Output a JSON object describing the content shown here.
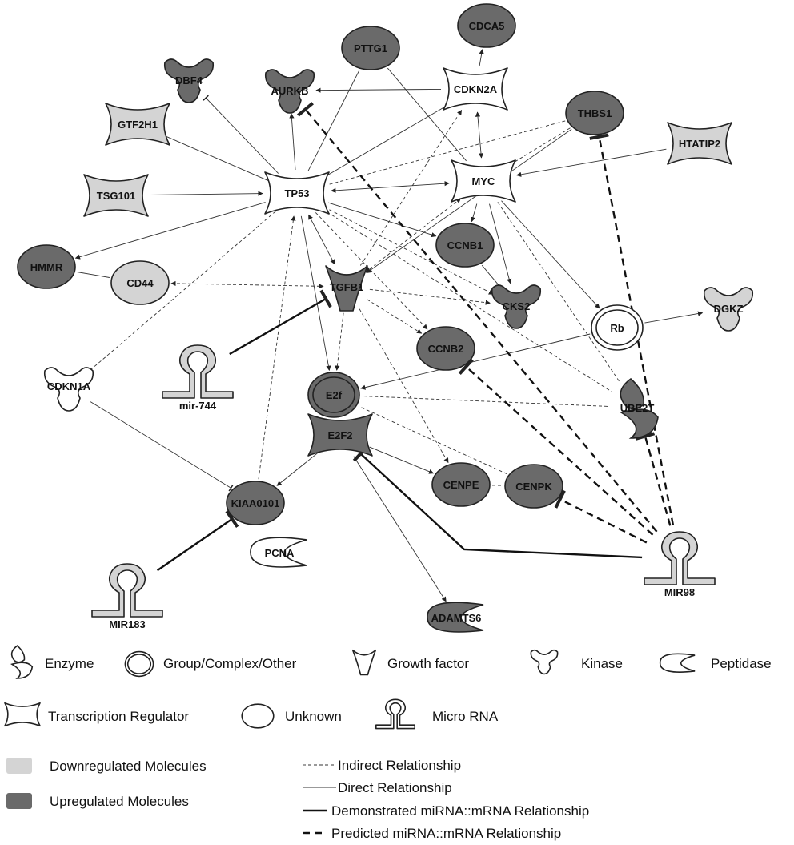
{
  "nodes": {
    "CDCA5": {
      "label": "CDCA5",
      "shape": "unknown",
      "reg": "up"
    },
    "PTTG1": {
      "label": "PTTG1",
      "shape": "unknown",
      "reg": "up"
    },
    "CDKN2A": {
      "label": "CDKN2A",
      "shape": "transcription",
      "reg": "none"
    },
    "DBF4": {
      "label": "DBF4",
      "shape": "kinase",
      "reg": "up"
    },
    "AURKB": {
      "label": "AURKB",
      "shape": "kinase",
      "reg": "up"
    },
    "THBS1": {
      "label": "THBS1",
      "shape": "unknown",
      "reg": "up"
    },
    "GTF2H1": {
      "label": "GTF2H1",
      "shape": "transcription",
      "reg": "down"
    },
    "HTATIP2": {
      "label": "HTATIP2",
      "shape": "transcription",
      "reg": "down"
    },
    "TSG101": {
      "label": "TSG101",
      "shape": "transcription",
      "reg": "down"
    },
    "TP53": {
      "label": "TP53",
      "shape": "transcription",
      "reg": "none"
    },
    "MYC": {
      "label": "MYC",
      "shape": "transcription",
      "reg": "none"
    },
    "CCNB1": {
      "label": "CCNB1",
      "shape": "unknown",
      "reg": "up"
    },
    "HMMR": {
      "label": "HMMR",
      "shape": "unknown",
      "reg": "up"
    },
    "CD44": {
      "label": "CD44",
      "shape": "unknown",
      "reg": "down"
    },
    "TGFB1": {
      "label": "TGFB1",
      "shape": "growth",
      "reg": "up"
    },
    "CKS2": {
      "label": "CKS2",
      "shape": "kinase",
      "reg": "up"
    },
    "DGKZ": {
      "label": "DGKZ",
      "shape": "kinase",
      "reg": "down"
    },
    "Rb": {
      "label": "Rb",
      "shape": "group",
      "reg": "none"
    },
    "CDKN1A": {
      "label": "CDKN1A",
      "shape": "kinase",
      "reg": "none"
    },
    "mir744": {
      "label": "mir-744",
      "shape": "mirna",
      "reg": "down"
    },
    "CCNB2": {
      "label": "CCNB2",
      "shape": "unknown",
      "reg": "up"
    },
    "E2f": {
      "label": "E2f",
      "shape": "group",
      "reg": "up"
    },
    "E2F2": {
      "label": "E2F2",
      "shape": "transcription",
      "reg": "up"
    },
    "UBE2T": {
      "label": "UBE2T",
      "shape": "enzyme",
      "reg": "up"
    },
    "CENPE": {
      "label": "CENPE",
      "shape": "unknown",
      "reg": "up"
    },
    "CENPK": {
      "label": "CENPK",
      "shape": "unknown",
      "reg": "up"
    },
    "KIAA0101": {
      "label": "KIAA0101",
      "shape": "unknown",
      "reg": "up"
    },
    "PCNA": {
      "label": "PCNA",
      "shape": "peptidase",
      "reg": "none"
    },
    "MIR98": {
      "label": "MIR98",
      "shape": "mirna",
      "reg": "down"
    },
    "MIR183": {
      "label": "MIR183",
      "shape": "mirna",
      "reg": "down"
    },
    "ADAMTS6": {
      "label": "ADAMTS6",
      "shape": "peptidase",
      "reg": "up"
    }
  },
  "edges": [
    {
      "from": "GTF2H1",
      "to": "TP53",
      "kind": "direct",
      "end": "none"
    },
    {
      "from": "TSG101",
      "to": "TP53",
      "kind": "direct",
      "end": "arrow"
    },
    {
      "from": "TP53",
      "to": "DBF4",
      "kind": "direct",
      "end": "bar"
    },
    {
      "from": "TP53",
      "to": "AURKB",
      "kind": "direct",
      "end": "arrow"
    },
    {
      "from": "TP53",
      "to": "PTTG1",
      "kind": "direct",
      "end": "none"
    },
    {
      "from": "CDKN2A",
      "to": "CDCA5",
      "kind": "direct",
      "end": "arrow"
    },
    {
      "from": "CDKN2A",
      "to": "AURKB",
      "kind": "direct",
      "end": "arrow"
    },
    {
      "from": "CDKN2A",
      "to": "TP53",
      "kind": "direct",
      "end": "none"
    },
    {
      "from": "CDKN2A",
      "to": "MYC",
      "kind": "direct",
      "end": "both"
    },
    {
      "from": "PTTG1",
      "to": "MYC",
      "kind": "direct",
      "end": "none"
    },
    {
      "from": "THBS1",
      "to": "TP53",
      "kind": "indirect",
      "end": "none"
    },
    {
      "from": "THBS1",
      "to": "MYC",
      "kind": "indirect",
      "end": "none"
    },
    {
      "from": "THBS1",
      "to": "TGFB1",
      "kind": "direct",
      "end": "arrow"
    },
    {
      "from": "HTATIP2",
      "to": "MYC",
      "kind": "direct",
      "end": "arrow"
    },
    {
      "from": "MYC",
      "to": "TP53",
      "kind": "direct",
      "end": "both"
    },
    {
      "from": "MYC",
      "to": "CCNB1",
      "kind": "direct",
      "end": "arrow"
    },
    {
      "from": "MYC",
      "to": "CKS2",
      "kind": "direct",
      "end": "arrow"
    },
    {
      "from": "MYC",
      "to": "Rb",
      "kind": "direct",
      "end": "arrow"
    },
    {
      "from": "MYC",
      "to": "TGFB1",
      "kind": "indirect",
      "end": "both"
    },
    {
      "from": "MYC",
      "to": "UBE2T",
      "kind": "indirect",
      "end": "none"
    },
    {
      "from": "TP53",
      "to": "HMMR",
      "kind": "direct",
      "end": "arrow"
    },
    {
      "from": "TP53",
      "to": "CCNB1",
      "kind": "direct",
      "end": "arrow"
    },
    {
      "from": "TP53",
      "to": "TGFB1",
      "kind": "direct",
      "end": "both"
    },
    {
      "from": "TP53",
      "to": "CDKN1A",
      "kind": "indirect",
      "end": "arrow"
    },
    {
      "from": "TP53",
      "to": "E2f",
      "kind": "direct",
      "end": "arrow"
    },
    {
      "from": "TP53",
      "to": "CCNB2",
      "kind": "indirect",
      "end": "arrow"
    },
    {
      "from": "TP53",
      "to": "CKS2",
      "kind": "indirect",
      "end": "arrow"
    },
    {
      "from": "TP53",
      "to": "UBE2T",
      "kind": "indirect",
      "end": "none"
    },
    {
      "from": "TGFB1",
      "to": "CDKN2A",
      "kind": "indirect",
      "end": "arrow"
    },
    {
      "from": "HMMR",
      "to": "CD44",
      "kind": "direct",
      "end": "none"
    },
    {
      "from": "CD44",
      "to": "TGFB1",
      "kind": "indirect",
      "end": "both"
    },
    {
      "from": "TGFB1",
      "to": "CKS2",
      "kind": "indirect",
      "end": "arrow"
    },
    {
      "from": "TGFB1",
      "to": "CCNB2",
      "kind": "indirect",
      "end": "arrow"
    },
    {
      "from": "TGFB1",
      "to": "E2f",
      "kind": "indirect",
      "end": "arrow"
    },
    {
      "from": "TGFB1",
      "to": "CENPE",
      "kind": "indirect",
      "end": "arrow"
    },
    {
      "from": "CCNB1",
      "to": "CKS2",
      "kind": "direct",
      "end": "none"
    },
    {
      "from": "Rb",
      "to": "DGKZ",
      "kind": "direct",
      "end": "arrow"
    },
    {
      "from": "Rb",
      "to": "E2f",
      "kind": "direct",
      "end": "arrow"
    },
    {
      "from": "UBE2T",
      "to": "E2f",
      "kind": "indirect",
      "end": "none"
    },
    {
      "from": "CENPK",
      "to": "E2f",
      "kind": "indirect",
      "end": "none"
    },
    {
      "from": "E2F2",
      "to": "CENPE",
      "kind": "direct",
      "end": "arrow"
    },
    {
      "from": "E2F2",
      "to": "KIAA0101",
      "kind": "direct",
      "end": "arrow"
    },
    {
      "from": "E2F2",
      "to": "ADAMTS6",
      "kind": "direct",
      "end": "arrow"
    },
    {
      "from": "CENPE",
      "to": "CENPK",
      "kind": "indirect",
      "end": "none"
    },
    {
      "from": "KIAA0101",
      "to": "TP53",
      "kind": "indirect",
      "end": "arrow"
    },
    {
      "from": "CDKN1A",
      "to": "KIAA0101",
      "kind": "direct",
      "end": "bar"
    },
    {
      "from": "mir744",
      "to": "TGFB1",
      "kind": "demo",
      "end": "bar"
    },
    {
      "from": "MIR183",
      "to": "KIAA0101",
      "kind": "demo",
      "end": "bar"
    },
    {
      "from": "MIR98",
      "to": "E2F2",
      "kind": "demo",
      "end": "bar"
    },
    {
      "from": "MIR98",
      "to": "AURKB",
      "kind": "pred",
      "end": "bar"
    },
    {
      "from": "MIR98",
      "to": "THBS1",
      "kind": "pred",
      "end": "bar"
    },
    {
      "from": "MIR98",
      "to": "CCNB2",
      "kind": "pred",
      "end": "bar"
    },
    {
      "from": "MIR98",
      "to": "UBE2T",
      "kind": "pred",
      "end": "bar"
    },
    {
      "from": "MIR98",
      "to": "CENPK",
      "kind": "pred",
      "end": "bar"
    }
  ],
  "legend": {
    "shapes": [
      {
        "shape": "enzyme",
        "label": "Enzyme"
      },
      {
        "shape": "group",
        "label": "Group/Complex/Other"
      },
      {
        "shape": "growth",
        "label": "Growth factor"
      },
      {
        "shape": "kinase",
        "label": "Kinase"
      },
      {
        "shape": "peptidase",
        "label": "Peptidase"
      },
      {
        "shape": "transcription",
        "label": "Transcription Regulator"
      },
      {
        "shape": "unknown",
        "label": "Unknown"
      },
      {
        "shape": "mirna",
        "label": "Micro RNA"
      }
    ],
    "regulation": [
      {
        "reg": "down",
        "label": "Downregulated Molecules"
      },
      {
        "reg": "up",
        "label": "Upregulated Molecules"
      }
    ],
    "lines": [
      {
        "kind": "indirect",
        "label": "Indirect Relationship"
      },
      {
        "kind": "direct",
        "label": "Direct Relationship"
      },
      {
        "kind": "demo",
        "label": "Demonstrated miRNA::mRNA Relationship"
      },
      {
        "kind": "pred",
        "label": "Predicted miRNA::mRNA Relationship"
      }
    ]
  }
}
